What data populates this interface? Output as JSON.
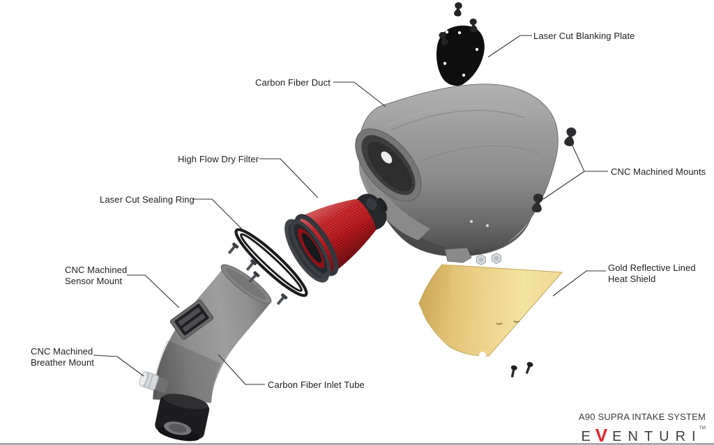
{
  "labels": {
    "blanking_plate": "Laser Cut Blanking Plate",
    "carbon_fiber_duct": "Carbon Fiber Duct",
    "high_flow_dry_filter": "High Flow Dry Filter",
    "laser_cut_sealing_ring": "Laser Cut Sealing Ring",
    "sensor_mount": {
      "line1": "CNC Machined",
      "line2": "Sensor Mount"
    },
    "breather_mount": {
      "line1": "CNC Machined",
      "line2": "Breather Mount"
    },
    "carbon_fiber_inlet_tube": "Carbon Fiber Inlet Tube",
    "cnc_machined_mounts": "CNC Machined Mounts",
    "heat_shield": {
      "line1": "Gold Reflective Lined",
      "line2": "Heat Shield"
    }
  },
  "branding": {
    "product_line": "A90 SUPRA INTAKE SYSTEM",
    "logo_e": "E",
    "logo_v": "V",
    "logo_rest": "ENTURI",
    "trademark": "TM"
  },
  "colors": {
    "filter_red": "#d11d22",
    "heat_shield_gold": "#eed88e",
    "logo_red": "#e62329",
    "label_text": "#1d1d1d",
    "part_gray": "#8f8f8f",
    "background": "#ffffff"
  }
}
